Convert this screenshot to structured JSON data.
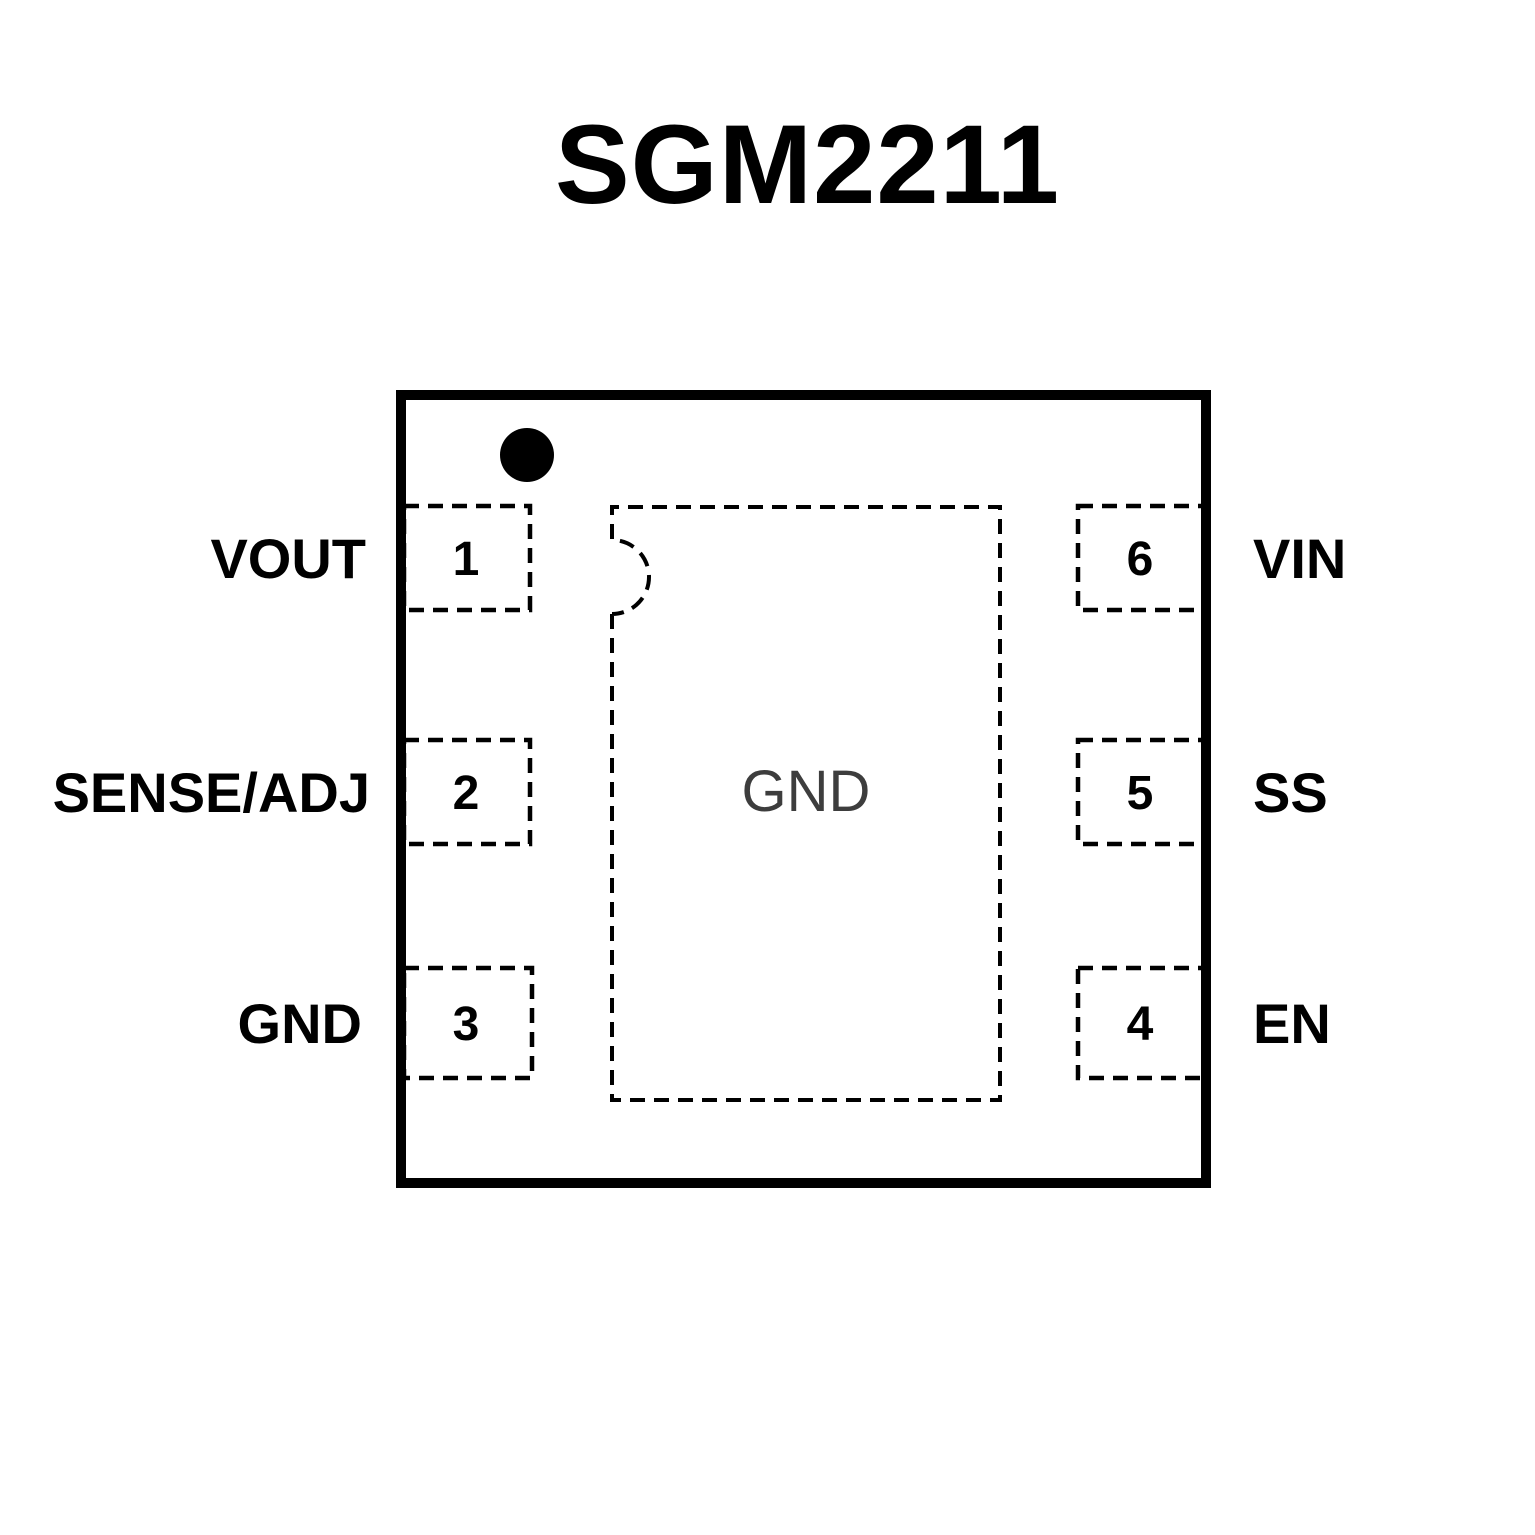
{
  "title": "SGM2211",
  "diagram": {
    "center_pad_label": "GND",
    "left_pins": [
      {
        "number": "1",
        "label": "VOUT"
      },
      {
        "number": "2",
        "label": "SENSE/ADJ"
      },
      {
        "number": "3",
        "label": "GND"
      }
    ],
    "right_pins": [
      {
        "number": "6",
        "label": "VIN"
      },
      {
        "number": "5",
        "label": "SS"
      },
      {
        "number": "4",
        "label": "EN"
      }
    ],
    "colors": {
      "line": "#000000",
      "pad_text": "#3d3d3d",
      "background": "#ffffff"
    }
  }
}
